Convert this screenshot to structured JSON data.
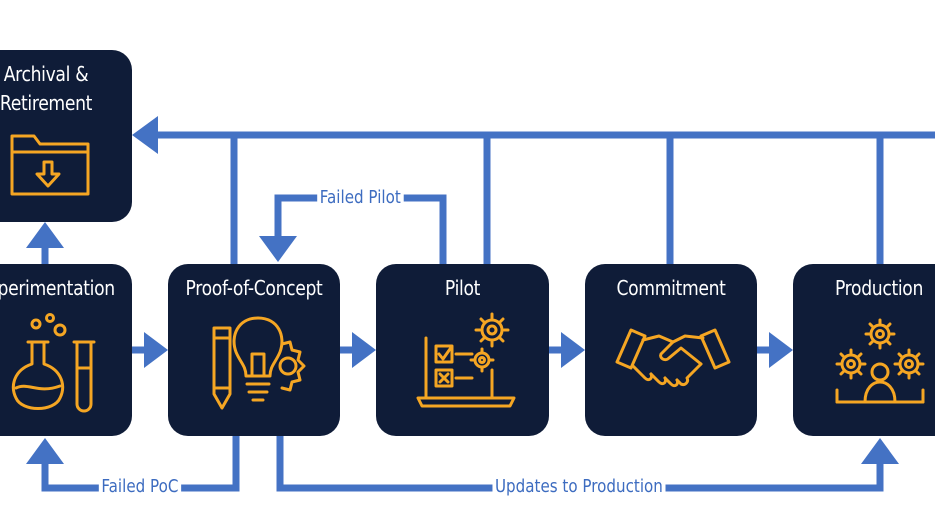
{
  "stages": {
    "archival": {
      "line1": "Archival &",
      "line2": "Retirement"
    },
    "experimentation": {
      "label": "Experimentation"
    },
    "poc": {
      "label": "Proof-of-Concept"
    },
    "pilot": {
      "label": "Pilot"
    },
    "commitment": {
      "label": "Commitment"
    },
    "production": {
      "label": "Production"
    }
  },
  "flow_labels": {
    "failed_pilot": "Failed Pilot",
    "failed_poc": "Failed PoC",
    "updates": "Updates to Production"
  },
  "icons": {
    "archival": "folder-download-icon",
    "experimentation": "lab-flask-test-tube-icon",
    "poc": "lightbulb-pencil-gear-icon",
    "pilot": "laptop-checklist-gears-icon",
    "commitment": "handshake-icon",
    "production": "team-gears-icon"
  },
  "colors": {
    "box": "#0f1c38",
    "icon": "#f5a623",
    "arrow": "#4472c4",
    "label_text": "#3d6cc0",
    "box_text": "#ffffff"
  }
}
